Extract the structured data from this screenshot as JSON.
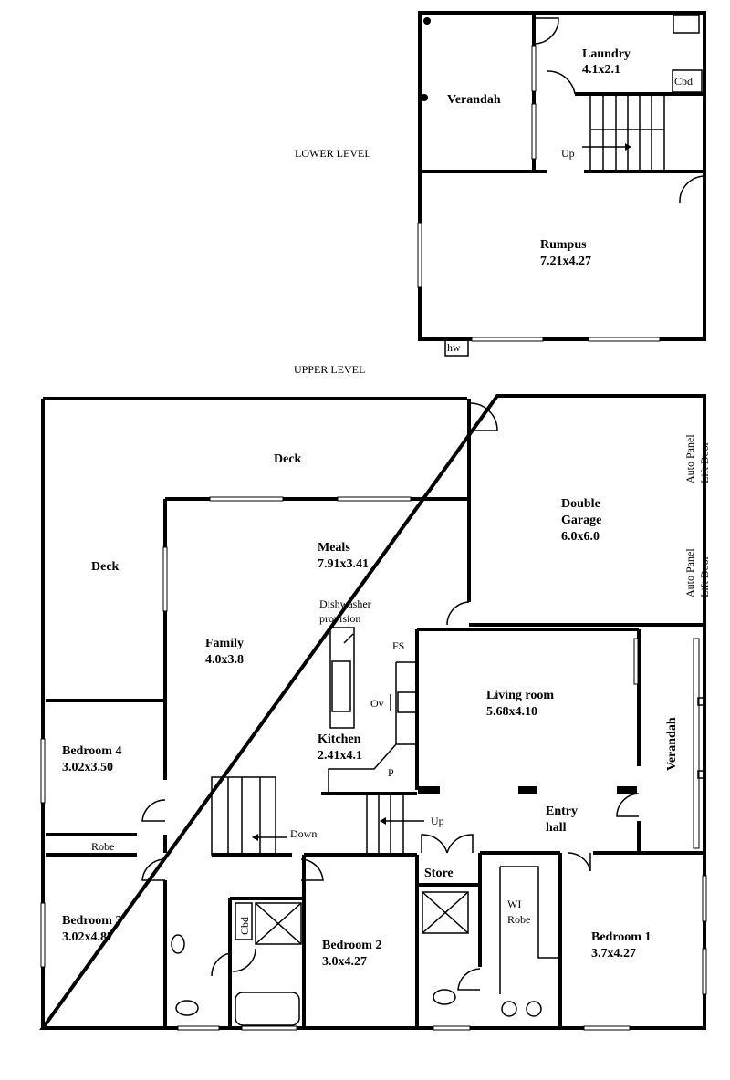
{
  "levels": {
    "lower": "LOWER LEVEL",
    "upper": "UPPER LEVEL"
  },
  "lower_rooms": {
    "verandah": "Verandah",
    "laundry": "Laundry",
    "laundry_size": "4.1x2.1",
    "cbd": "Cbd",
    "up": "Up",
    "rumpus": "Rumpus",
    "rumpus_size": "7.21x4.27",
    "hw": "hw"
  },
  "upper_rooms": {
    "deck_top": "Deck",
    "deck_left": "Deck",
    "double_garage_1": "Double",
    "double_garage_2": "Garage",
    "garage_size": "6.0x6.0",
    "auto_door_1a": "Auto Panel",
    "auto_door_1b": "Lift Door",
    "auto_door_2a": "Auto Panel",
    "auto_door_2b": "Lift Door",
    "meals": "Meals",
    "meals_size": "7.91x3.41",
    "dishwasher_1": "Dishwasher",
    "dishwasher_2": "provision",
    "family": "Family",
    "family_size": "4.0x3.8",
    "fs": "FS",
    "ov": "Ov",
    "p": "P",
    "kitchen": "Kitchen",
    "kitchen_size": "2.41x4.1",
    "living": "Living room",
    "living_size": "5.68x4.10",
    "verandah": "Verandah",
    "bedroom4": "Bedroom 4",
    "bedroom4_size": "3.02x3.50",
    "robe": "Robe",
    "down": "Down",
    "up": "Up",
    "entry_1": "Entry",
    "entry_2": "hall",
    "store": "Store",
    "bedroom3": "Bedroom 3",
    "bedroom3_size": "3.02x4.87",
    "cbd": "Cbd",
    "bedroom2": "Bedroom 2",
    "bedroom2_size": "3.0x4.27",
    "wi_1": "WI",
    "wi_2": "Robe",
    "bedroom1": "Bedroom 1",
    "bedroom1_size": "3.7x4.27"
  }
}
